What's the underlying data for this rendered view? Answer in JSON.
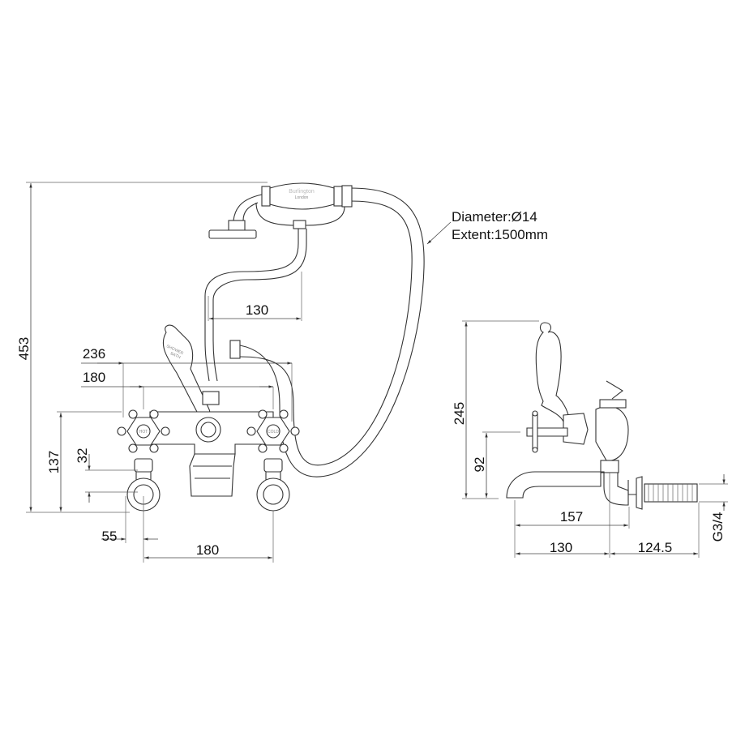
{
  "front_view": {
    "dimensions": {
      "overall_height": "453",
      "overall_width": "236",
      "valve_centres_top": "180",
      "body_height": "137",
      "inlet_offset": "32",
      "inlet_projection": "55",
      "valve_centres_bottom": "180",
      "cradle_offset": "130"
    },
    "handset_logo": {
      "brand": "Burlington",
      "sub": "London"
    },
    "diverter_labels": {
      "top": "SHOWER",
      "bottom": "BATH"
    },
    "tap_labels": {
      "left": "HOT",
      "right": "COLD"
    }
  },
  "hose_note": {
    "diameter": "Diameter:Ø14",
    "extent": "Extent:1500mm"
  },
  "side_view": {
    "dimensions": {
      "overall_height": "245",
      "spout_height": "92",
      "spout_reach": "157",
      "spout_to_body": "130",
      "tail_length": "124.5",
      "thread": "G3/4"
    }
  }
}
